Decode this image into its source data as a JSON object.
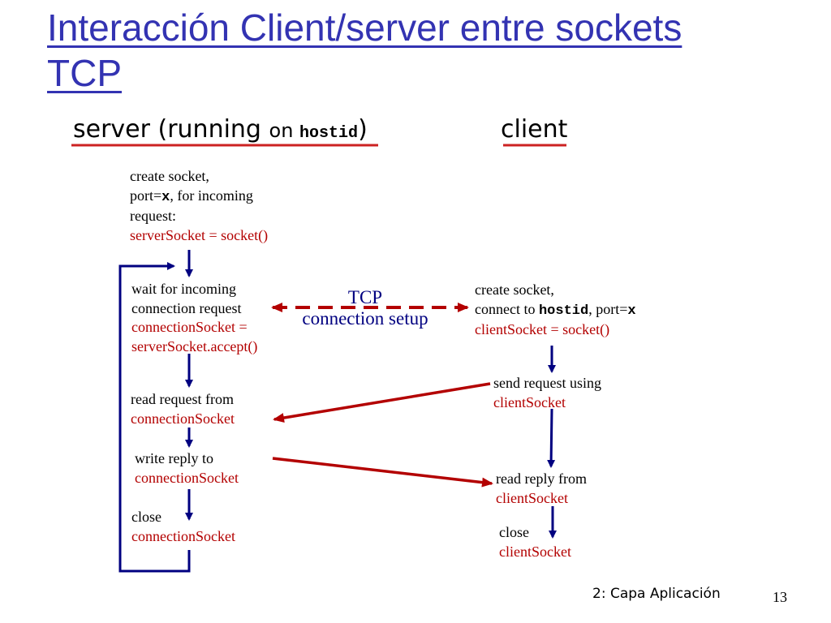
{
  "slide": {
    "title_line1": "Interacción Client/server entre sockets",
    "title_line2": "TCP",
    "footer": "2: Capa Aplicación",
    "page_number": "13"
  },
  "server": {
    "heading": "server",
    "heading_paren_open": " (running ",
    "heading_on": "on ",
    "heading_host": "hostid",
    "heading_paren_close": ")",
    "steps": {
      "create": {
        "line1": "create socket,",
        "line2_pre": "port=",
        "line2_code": "x",
        "line2_post": ", for incoming",
        "line3": "request:",
        "code": "serverSocket = socket()"
      },
      "wait": {
        "line1": "wait for incoming",
        "line2": "connection request",
        "code1": "connectionSocket =",
        "code2": "serverSocket.accept()"
      },
      "read": {
        "line1": "read request from",
        "code": "connectionSocket"
      },
      "write": {
        "line1": "write reply to",
        "code": "connectionSocket"
      },
      "close": {
        "line1": "close",
        "code": "connectionSocket"
      }
    }
  },
  "client": {
    "heading": "client",
    "steps": {
      "create": {
        "line1": "create socket,",
        "line2_pre": "connect to ",
        "line2_host": "hostid",
        "line2_mid": ", port=",
        "line2_port": "x",
        "code": "clientSocket = socket()"
      },
      "send": {
        "line1": "send request using",
        "code": "clientSocket"
      },
      "read": {
        "line1": "read reply from",
        "code": "clientSocket"
      },
      "close": {
        "line1": "close",
        "code": "clientSocket"
      }
    }
  },
  "connection": {
    "label1": "TCP",
    "label2": "connection setup"
  },
  "colors": {
    "title": "#3333b2",
    "flow_arrow": "#000080",
    "message_arrow": "#b30000",
    "heading_underline": "#cc2222",
    "code_text": "#b30000"
  }
}
